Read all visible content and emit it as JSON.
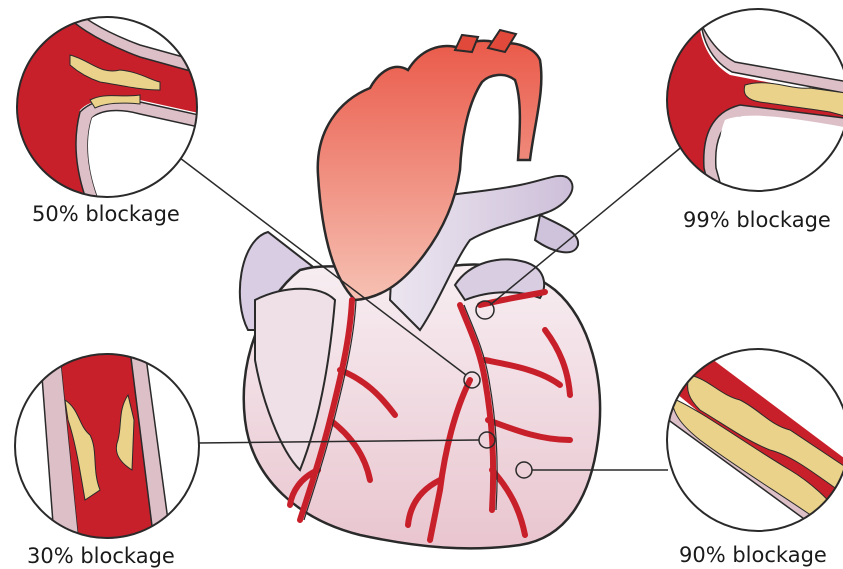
{
  "labels": {
    "top_left": "50% blockage",
    "top_right": "99% blockage",
    "bottom_left": "30% blockage",
    "bottom_right": "90% blockage"
  },
  "colors": {
    "artery_red": "#c8202a",
    "plaque_yellow": "#e8cf8a",
    "vessel_wall": "#d9b8bf",
    "heart_pink": "#f4dfe3",
    "vessel_purple": "#d6cde3",
    "aorta_orange": "#ef7f6a"
  }
}
